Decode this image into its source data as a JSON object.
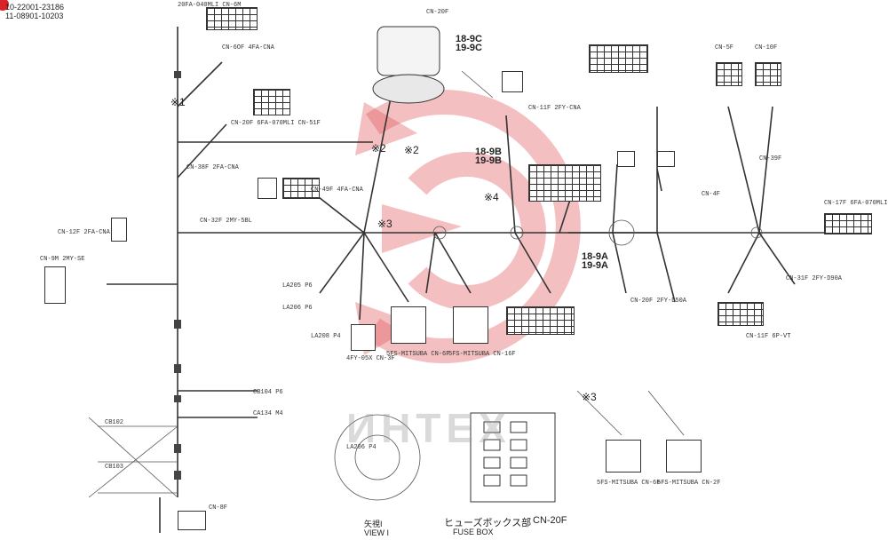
{
  "header": {
    "part_numbers": [
      "10-22001-23186",
      "11-08901-10203"
    ]
  },
  "connectors": {
    "cn20f_fusebox_top": "CN-20F",
    "cn6fm_top": "20FA-040MLI CN-6M",
    "cn6of": "CN-6OF 4FA-CNA",
    "cn20f_main": "CN-20F 6FA-070MLI CN-51F",
    "cn38f": "CN-38F 2FA-CNA",
    "cn12f": "CN-12F 2FA-CNA",
    "cn49f": "CN-49F 4FA-CNA",
    "cn9m": "CN-9M 2MY-SE",
    "cn11f": "CN-11F 2FY-CNA",
    "cn17f": "CN-17F 6FA-070MLI",
    "cn6f": "5FS-MITSUBA CN-6F",
    "cn16f": "5FS-MITSUBA CN-16F",
    "cn5f": "CN-5F",
    "cn10f": "CN-10F",
    "cn8f": "CN-8F",
    "cn39f": "CN-39F",
    "cn32f": "CN-32F 2MY-5BL",
    "cn3f": "4FY-05X CN-3F",
    "cn4f": "CN-4F",
    "cn6f_b": "5FS-MITSUBA CN-6F",
    "cn2f_b": "5FS-MITSUBA CN-2F",
    "cn11f_b": "CN-11F 6P-VT",
    "cn20f_2": "CN-20F 2FY-D50A",
    "cn31f": "CN-31F 2FY-D90A"
  },
  "refs": {
    "r18_9c": "18-9C",
    "r19_9c": "19-9C",
    "r18_9b": "18-9B",
    "r19_9b": "19-9B",
    "r18_9a": "18-9A",
    "r19_9a": "19-9A"
  },
  "marks": {
    "m1": "※1",
    "m2": "※2",
    "m2b": "※2",
    "m3": "※3",
    "m3b": "※3",
    "m4": "※4"
  },
  "wire_labels": {
    "la205": "LA205 P6",
    "la206": "LA206 P6",
    "la208": "LA208 P4",
    "la206b": "LA206 P4",
    "cb104": "CB104 P6",
    "cb102": "CB102",
    "cb103": "CB103",
    "ca134": "CA134 M4"
  },
  "captions": {
    "view": "矢視I",
    "view_en": "VIEW I",
    "fusebox_jp": "ヒューズボックス部",
    "fusebox_cn": "CN-20F",
    "fusebox_en": "FUSE BOX"
  },
  "watermark": "ИНТЕХ",
  "colors": {
    "watermark": "#e25a5f",
    "badge": "#d8232a",
    "line": "#333333"
  }
}
